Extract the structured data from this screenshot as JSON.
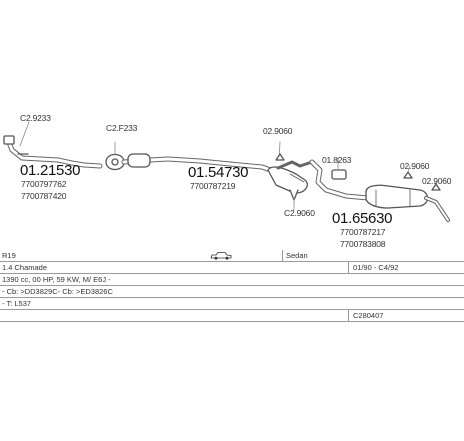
{
  "parts": {
    "clamp_1": "C2.9233",
    "front_pipe": "01.21530",
    "front_pipe_oem_1": "7700797762",
    "front_pipe_oem_2": "7700787420",
    "clamp_2": "C2.F233",
    "middle_pipe": "01.54730",
    "middle_pipe_oem": "7700787219",
    "rubber_1": "02.9060",
    "rubber_2": "C2.9060",
    "clamp_3": "01.8263",
    "rubber_3": "02.9060",
    "rubber_4": "02.9060",
    "rear_silencer": "01.65630",
    "rear_silencer_oem_1": "7700787217",
    "rear_silencer_oem_2": "7700783808"
  },
  "vehicle": {
    "model": "R19",
    "body": "Sedan",
    "variant": "1.4 Chamade",
    "years": "01/90 - C4/92",
    "engine": "1390 cc, 00 HP, 59 KW, M/ E6J -",
    "notes_1": "- Cb: >DD3829C- Cb: >ED3826C",
    "notes_2": "- T: L537",
    "catalogue": "C280407"
  },
  "icons": {
    "car": "sedan-car-icon"
  }
}
